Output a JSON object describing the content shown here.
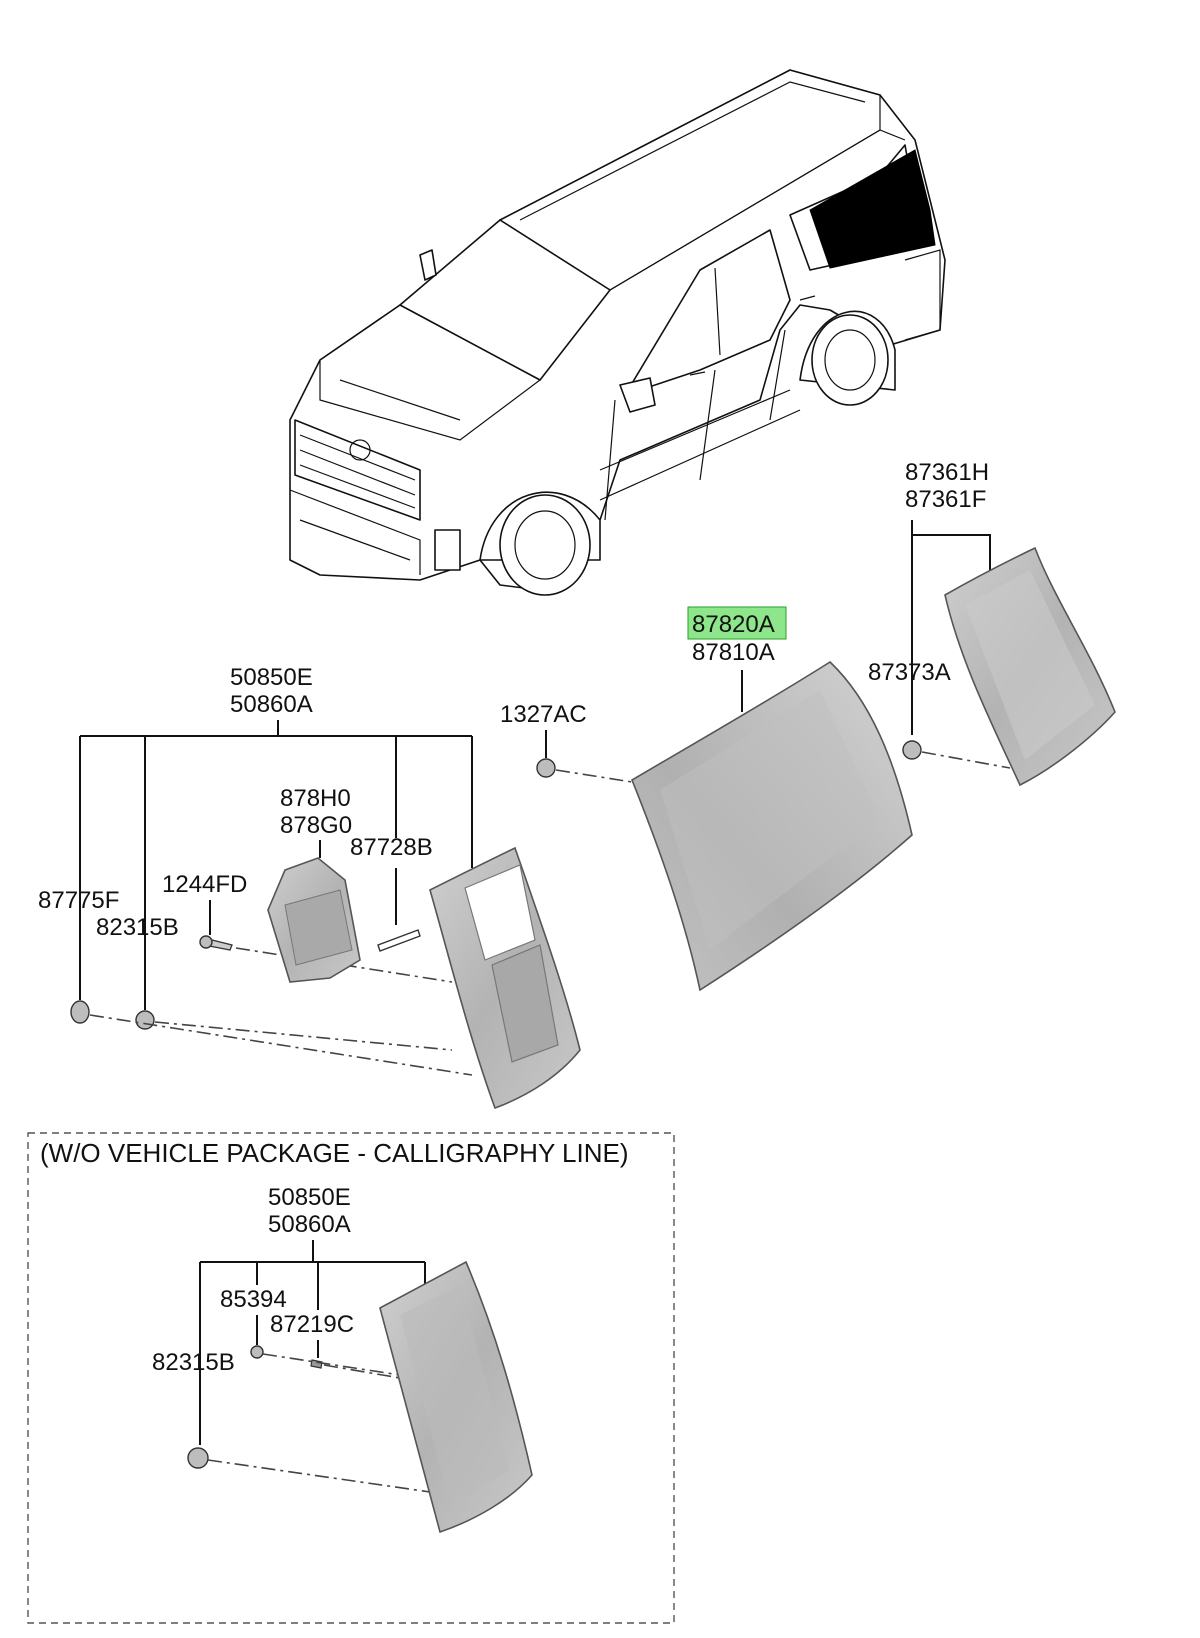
{
  "main_labels": {
    "p_87361H": "87361H",
    "p_87361F": "87361F",
    "p_87820A": "87820A",
    "p_87810A": "87810A",
    "p_87373A": "87373A",
    "p_1327AC": "1327AC",
    "p_50850E": "50850E",
    "p_50860A": "50860A",
    "p_878H0": "878H0",
    "p_878G0": "878G0",
    "p_87728B": "87728B",
    "p_1244FD": "1244FD",
    "p_87775F": "87775F",
    "p_82315B": "82315B"
  },
  "inset": {
    "title": "(W/O VEHICLE PACKAGE - CALLIGRAPHY LINE)",
    "p_50850E": "50850E",
    "p_50860A": "50860A",
    "p_85394": "85394",
    "p_87219C": "87219C",
    "p_82315B": "82315B"
  },
  "highlight": {
    "part": "87820A",
    "color": "#8ee68a"
  },
  "colors": {
    "window_black": "#000000",
    "part_grey": "#bdbdbd"
  }
}
